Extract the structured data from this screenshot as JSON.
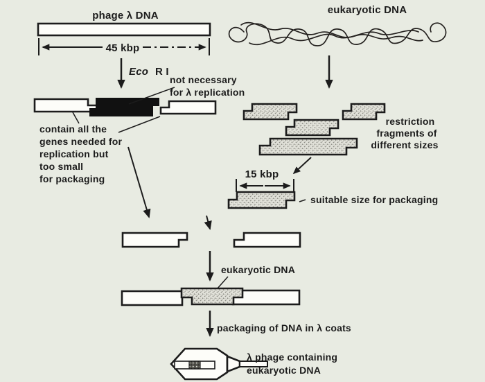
{
  "palette": {
    "background": "#e8ebe2",
    "ink": "#1c1c1c",
    "fragment_fill": "#fdfdf9",
    "stipple_fill": "#e2e2da",
    "stipple_dot": "#8f8f88",
    "black_fragment": "#111111"
  },
  "phage_section": {
    "title": "phage λ DNA",
    "length_label": "45 kbp",
    "enzyme_italic": "Eco",
    "enzyme_rest": "R I"
  },
  "annotations": {
    "not_necessary_lines": [
      "not necessary",
      "for λ replication"
    ],
    "contain_lines": [
      "contain all the",
      "genes needed for",
      "replication but",
      "too small",
      "for packaging"
    ]
  },
  "eukaryotic_section": {
    "title": "eukaryotic DNA",
    "restriction_lines": [
      "restriction",
      "fragments of",
      "different sizes"
    ],
    "length_label": "15 kbp",
    "suitable_label": "suitable size for packaging"
  },
  "assembly": {
    "insert_label": "eukaryotic DNA",
    "packaging_label": "packaging of DNA in λ coats"
  },
  "result": {
    "phage_lines": [
      "λ phage containing",
      "eukaryotic DNA"
    ]
  }
}
